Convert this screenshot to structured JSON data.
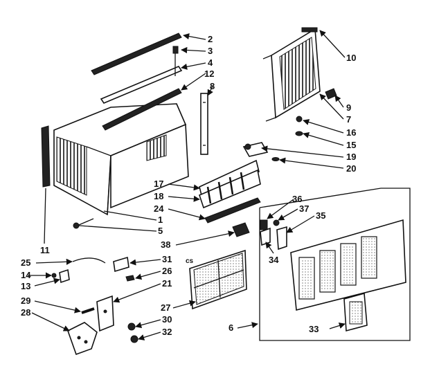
{
  "labels": {
    "l1": "1",
    "l2": "2",
    "l3": "3",
    "l4": "4",
    "l5": "5",
    "l6": "6",
    "l7": "7",
    "l8": "8",
    "l9": "9",
    "l10": "10",
    "l11": "11",
    "l12": "12",
    "l13": "13",
    "l14": "14",
    "l15": "15",
    "l16": "16",
    "l17": "17",
    "l18": "18",
    "l19": "19",
    "l20": "20",
    "l21": "21",
    "l24": "24",
    "l25": "25",
    "l26": "26",
    "l27": "27",
    "l28": "28",
    "l29": "29",
    "l30": "30",
    "l31": "31",
    "l32": "32",
    "l33": "33",
    "l34": "34",
    "l35": "35",
    "l36": "36",
    "l37": "37",
    "l38": "38"
  },
  "annotation": "cs"
}
